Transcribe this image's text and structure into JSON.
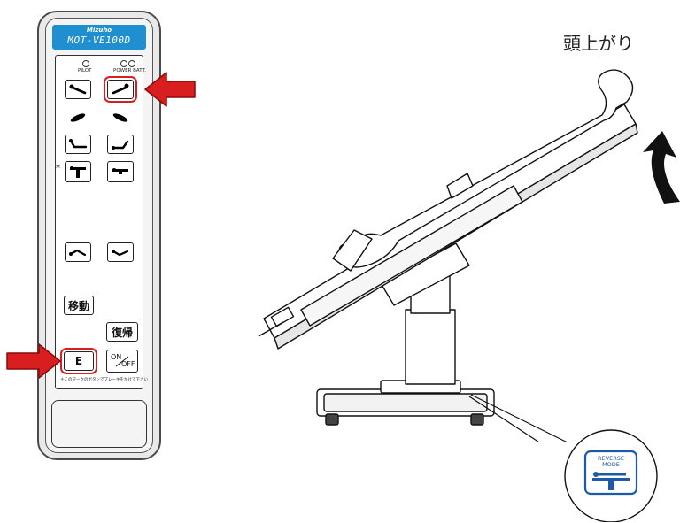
{
  "remote": {
    "brand": "Mizuho",
    "model": "MOT-VE100D",
    "led_pilot": "PILOT",
    "led_power_batt": "POWER BATT.",
    "asterisk": "*",
    "move_label": "移動",
    "restore_label": "復帰",
    "e_label": "E",
    "onoff_on": "ON",
    "onoff_off": "OFF",
    "footnote": "＊このマークのボタンでブレーキをかけて下さい"
  },
  "diagram": {
    "caption": "頭上がり",
    "badge_line1": "REVERSE",
    "badge_line2": "MODE"
  },
  "colors": {
    "brand_blue": "#1f8fcf",
    "arrow_red": "#d81e1e",
    "highlight_red": "#d81e1e",
    "badge_blue": "#1a5aa8",
    "tilt_arrow": "#111111"
  },
  "icons": [
    "head-up-icon",
    "head-down-icon",
    "tilt-left-icon",
    "tilt-right-icon",
    "back-down-icon",
    "back-up-icon",
    "brake-on-icon",
    "brake-off-icon",
    "leg-up-icon",
    "leg-down-icon"
  ]
}
